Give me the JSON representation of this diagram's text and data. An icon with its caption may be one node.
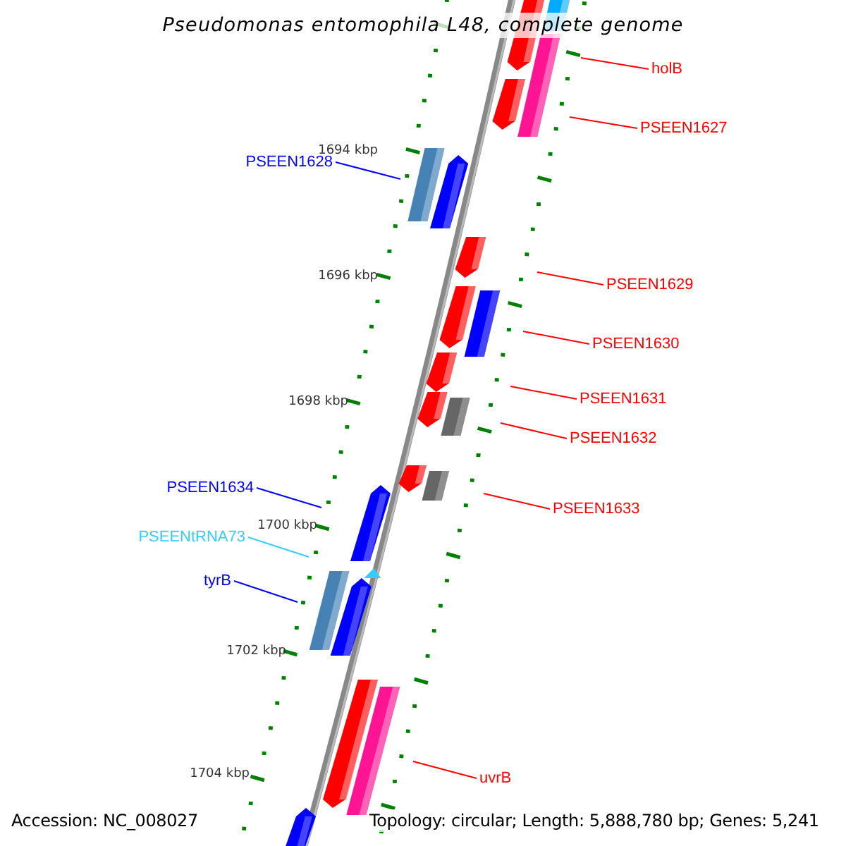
{
  "diagram": {
    "title": "Pseudomonas entomophila L48, complete genome",
    "nodes": [
      {
        "text": [
          "holB"
        ]
      },
      {
        "text": [
          "PSEEN1627"
        ]
      },
      {
        "text": [
          "PSEEN1628"
        ]
      },
      {
        "text": [
          "PSEEN1629"
        ]
      },
      {
        "text": [
          "PSEEN1630"
        ]
      },
      {
        "text": [
          "PSEEN1631"
        ]
      },
      {
        "text": [
          "PSEEN1632"
        ]
      },
      {
        "text": [
          "PSEEN1633"
        ]
      },
      {
        "text": [
          "PSEEN1634"
        ]
      },
      {
        "text": [
          "PSEENtRNA73"
        ]
      },
      {
        "text": [
          "tyrB"
        ]
      },
      {
        "text": [
          "uvrB"
        ]
      }
    ],
    "edges": [
      {
        "from": 0,
        "to": null,
        "arrow": "none"
      },
      {
        "from": 1,
        "to": null,
        "arrow": "none"
      },
      {
        "from": 2,
        "to": null,
        "arrow": "none",
        "color": "#0000ff"
      },
      {
        "from": 3,
        "to": null,
        "arrow": "none"
      },
      {
        "from": 4,
        "to": null,
        "arrow": "none"
      },
      {
        "from": 5,
        "to": null,
        "arrow": "none"
      },
      {
        "from": 6,
        "to": null,
        "arrow": "none"
      },
      {
        "from": 7,
        "to": null,
        "arrow": "none"
      },
      {
        "from": 8,
        "to": null,
        "arrow": "none",
        "color": "#0000ff"
      },
      {
        "from": 9,
        "to": null,
        "arrow": "none",
        "color": "#33ccff"
      },
      {
        "from": 10,
        "to": null,
        "arrow": "none",
        "color": "#0000ff"
      },
      {
        "from": 11,
        "to": null,
        "arrow": "none"
      }
    ],
    "labels": [
      "1694 kbp",
      "1696 kbp",
      "1698 kbp",
      "1700 kbp",
      "1702 kbp",
      "1704 kbp",
      "Accession: NC_008027",
      "Topology: circular; Length: 5,888,780 bp; Genes: 5,241"
    ]
  }
}
